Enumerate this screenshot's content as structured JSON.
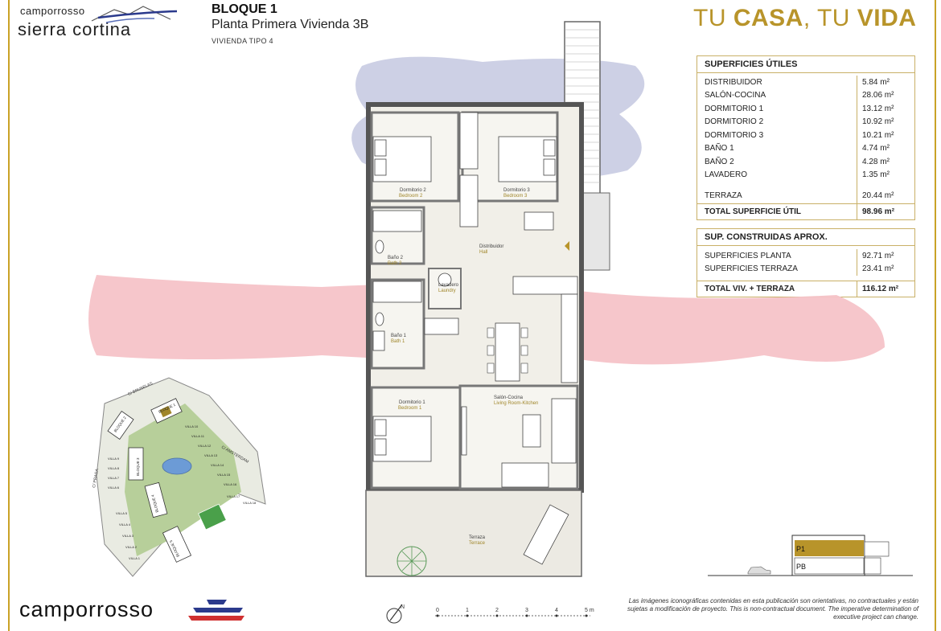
{
  "brand": {
    "top_line": "camporrosso",
    "bottom_line": "sierra cortina",
    "footer_logo": "camporrosso"
  },
  "header": {
    "block": "BLOQUE 1",
    "unit": "Planta Primera Vivienda 3B",
    "type": "VIVIENDA TIPO 4"
  },
  "slogan": {
    "part1": "TU ",
    "part2": "CASA",
    "part3": ", TU ",
    "part4": "VIDA"
  },
  "useful_areas": {
    "title": "SUPERFICIES ÚTILES",
    "rows": [
      {
        "label": "DISTRIBUIDOR",
        "value": "5.84 m²"
      },
      {
        "label": "SALÓN-COCINA",
        "value": "28.06 m²"
      },
      {
        "label": "DORMITORIO 1",
        "value": "13.12 m²"
      },
      {
        "label": "DORMITORIO 2",
        "value": "10.92 m²"
      },
      {
        "label": "DORMITORIO 3",
        "value": "10.21 m²"
      },
      {
        "label": "BAÑO 1",
        "value": "4.74 m²"
      },
      {
        "label": "BAÑO 2",
        "value": "4.28 m²"
      },
      {
        "label": "LAVADERO",
        "value": "1.35 m²"
      }
    ],
    "terrace": {
      "label": "TERRAZA",
      "value": "20.44 m²"
    },
    "total": {
      "label": "TOTAL SUPERFICIE ÚTIL",
      "value": "98.96 m²"
    }
  },
  "built_areas": {
    "title": "SUP. CONSTRUIDAS APROX.",
    "rows": [
      {
        "label": "SUPERFICIES PLANTA",
        "value": "92.71 m²"
      },
      {
        "label": "SUPERFICIES TERRAZA",
        "value": "23.41 m²"
      }
    ],
    "total": {
      "label": "TOTAL VIV. + TERRAZA",
      "value": "116.12 m²"
    }
  },
  "rooms": {
    "dorm2": {
      "es": "Dormitorio 2",
      "en": "Bedroom 2"
    },
    "dorm3": {
      "es": "Dormitorio 3",
      "en": "Bedroom 3"
    },
    "dorm1": {
      "es": "Dormitorio 1",
      "en": "Bedroom 1"
    },
    "bath2": {
      "es": "Baño 2",
      "en": "Bath 2"
    },
    "bath1": {
      "es": "Baño 1",
      "en": "Bath 1"
    },
    "hall": {
      "es": "Distribuidor",
      "en": "Hall"
    },
    "laundry": {
      "es": "Lavadero",
      "en": "Laundry"
    },
    "living": {
      "es": "Salón-Cocina",
      "en": "Living Room-Kitchen"
    },
    "terrace": {
      "es": "Terraza",
      "en": "Terrace"
    }
  },
  "sitemap": {
    "streets": [
      "C/ BRUSELAS",
      "C/ AMSTERDAM",
      "C/ PRAGA"
    ],
    "blocks": [
      "BLOQUE 1",
      "BLOQUE 2",
      "BLOQUE 3",
      "BLOQUE 4",
      "BLOQUE 5"
    ],
    "villas": [
      "VILLA 9",
      "VILLA 8",
      "VILLA 7",
      "VILLA 6",
      "VILLA 5",
      "VILLA 4",
      "VILLA 3",
      "VILLA 2",
      "VILLA 1",
      "VILLA 10",
      "VILLA 11",
      "VILLA 12",
      "VILLA 13",
      "VILLA 14",
      "VILLA 15",
      "VILLA 16",
      "VILLA 17",
      "VILLA 18"
    ]
  },
  "section": {
    "upper": "P1",
    "lower": "PB"
  },
  "scale": {
    "ticks": [
      "0",
      "1",
      "2",
      "3",
      "4",
      "5 m"
    ]
  },
  "compass": {
    "label": "N"
  },
  "disclaimer": "Las imágenes iconográficas contenidas en esta publicación son orientativas, no contractuales y están sujetas a modificación de proyecto. This is non-contractual document. The imperative determination of executive project can change.",
  "colors": {
    "gold": "#b8942a",
    "table_border": "#c9b067",
    "blue_blob": "#c8cbe2",
    "red_blob": "#f6c3c8"
  }
}
